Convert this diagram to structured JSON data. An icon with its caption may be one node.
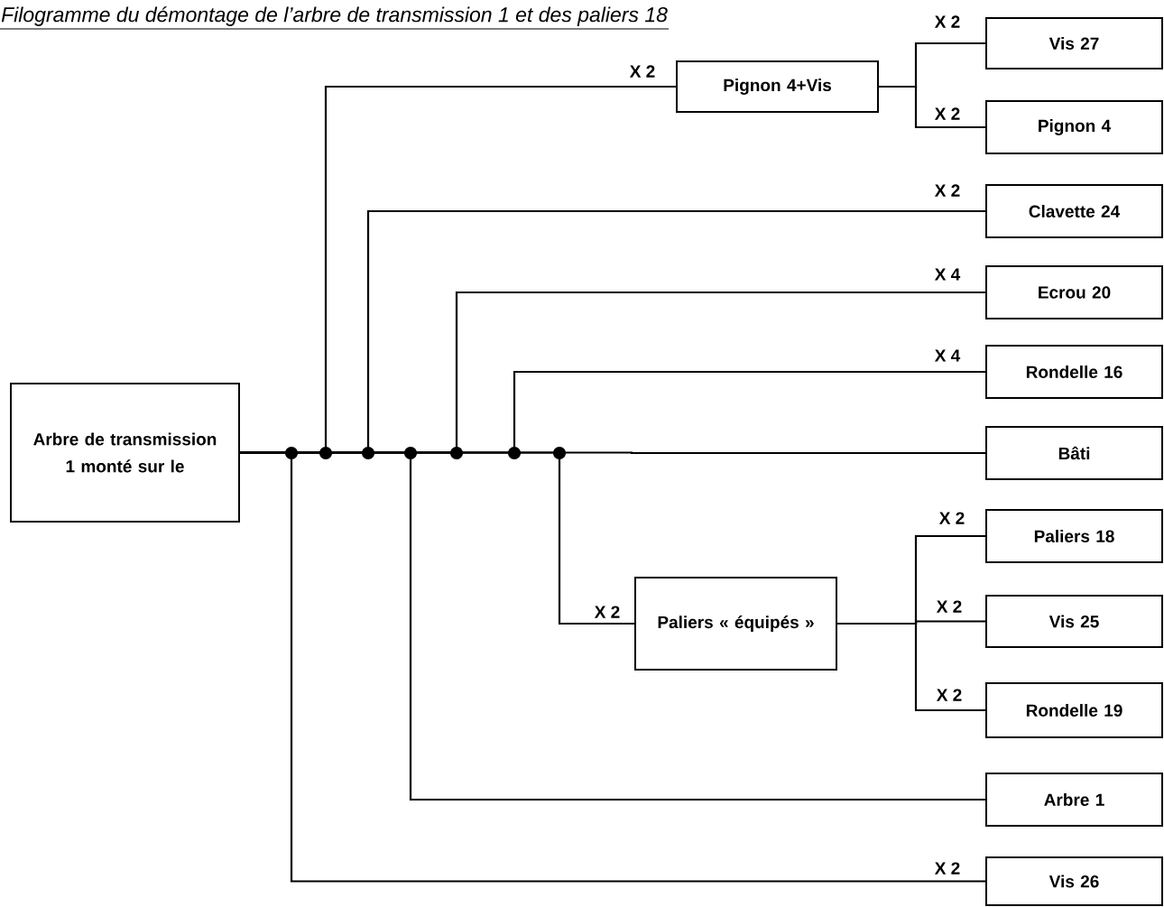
{
  "diagram": {
    "title": "Filogramme du démontage de l’arbre de transmission 1 et des paliers 18",
    "nodes": [
      {
        "text": [
          "Arbre de transmission 1 monté sur le"
        ]
      },
      {
        "text": [
          "Pignon 4+Vis"
        ]
      },
      {
        "text": [
          "Vis 27"
        ]
      },
      {
        "text": [
          "Pignon 4"
        ]
      },
      {
        "text": [
          "Clavette 24"
        ]
      },
      {
        "text": [
          "Ecrou 20"
        ]
      },
      {
        "text": [
          "Rondelle 16"
        ]
      },
      {
        "text": [
          "Bâti"
        ]
      },
      {
        "text": [
          "Paliers « équipés »"
        ]
      },
      {
        "text": [
          "Paliers 18"
        ]
      },
      {
        "text": [
          "Vis 25"
        ]
      },
      {
        "text": [
          "Rondelle 19"
        ]
      },
      {
        "text": [
          "Arbre 1"
        ]
      },
      {
        "text": [
          "Vis 26"
        ]
      }
    ],
    "edges": [
      {
        "from": 0,
        "to": 1,
        "arrow": "none",
        "label": "X 2"
      },
      {
        "from": 1,
        "to": 2,
        "arrow": "none",
        "label": "X 2"
      },
      {
        "from": 1,
        "to": 3,
        "arrow": "none",
        "label": "X 2"
      },
      {
        "from": 0,
        "to": 4,
        "arrow": "none",
        "label": "X 2"
      },
      {
        "from": 0,
        "to": 5,
        "arrow": "none",
        "label": "X 4"
      },
      {
        "from": 0,
        "to": 6,
        "arrow": "none",
        "label": "X 4"
      },
      {
        "from": 0,
        "to": 7,
        "arrow": "none"
      },
      {
        "from": 0,
        "to": 8,
        "arrow": "none",
        "label": "X 2"
      },
      {
        "from": 8,
        "to": 9,
        "arrow": "none",
        "label": "X 2"
      },
      {
        "from": 8,
        "to": 10,
        "arrow": "none",
        "label": "X 2"
      },
      {
        "from": 8,
        "to": 11,
        "arrow": "none",
        "label": "X 2"
      },
      {
        "from": 0,
        "to": 12,
        "arrow": "none"
      },
      {
        "from": 0,
        "to": 13,
        "arrow": "none",
        "label": "X 2"
      }
    ]
  }
}
